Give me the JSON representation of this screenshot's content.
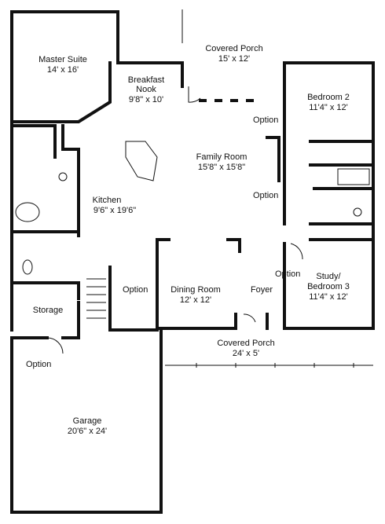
{
  "rooms": {
    "master_suite": {
      "name": "Master Suite",
      "size": "14' x 16'"
    },
    "breakfast_nook": {
      "name_line1": "Breakfast",
      "name_line2": "Nook",
      "size": "9'8\" x 10'"
    },
    "covered_porch_rear": {
      "name": "Covered Porch",
      "size": "15' x 12'"
    },
    "bedroom_2": {
      "name": "Bedroom 2",
      "size": "11'4\" x 12'"
    },
    "family_room": {
      "name": "Family Room",
      "size": "15'8\" x 15'8\""
    },
    "kitchen": {
      "name": "Kitchen",
      "size": "9'6\" x 19'6\""
    },
    "storage": {
      "name": "Storage"
    },
    "dining_room": {
      "name": "Dining Room",
      "size": "12' x 12'"
    },
    "foyer": {
      "name": "Foyer"
    },
    "study": {
      "name_line1": "Study/",
      "name_line2": "Bedroom 3",
      "size": "11'4\" x 12'"
    },
    "covered_porch_front": {
      "name": "Covered Porch",
      "size": "24' x 5'"
    },
    "garage": {
      "name": "Garage",
      "size": "20'6\" x 24'"
    }
  },
  "options": {
    "family_room_upper": "Option",
    "family_room_lower": "Option",
    "study": "Option",
    "kitchen": "Option",
    "garage": "Option"
  }
}
